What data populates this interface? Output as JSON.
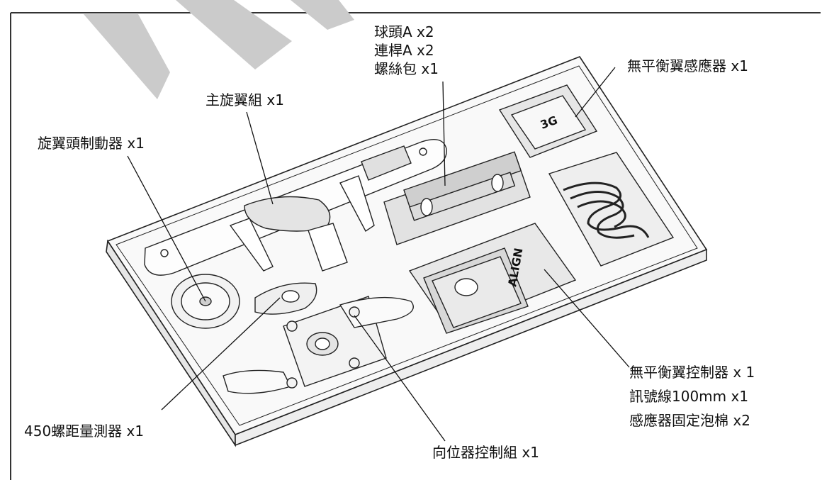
{
  "watermark": {
    "color": "#c9c9c9"
  },
  "labels": {
    "head_top": [
      "球頭A x2",
      "連桿A x2",
      "螺絲包 x1"
    ],
    "gyro": "無平衡翼感應器 x1",
    "main_blade": "主旋翼組 x1",
    "rotor_brake": "旋翼頭制動器 x1",
    "controller": [
      "無平衡翼控制器 x 1",
      "訊號線100mm x1",
      "感應器固定泡棉 x2"
    ],
    "pitch_gauge": "450螺距量測器 x1",
    "servo_arm": "向位器控制組 x1"
  },
  "logos": {
    "align": "ALIGN",
    "gyro_logo": "3G"
  },
  "colors": {
    "line": "#222222",
    "tray_fill": "#f7f7f7",
    "border": "#333333"
  }
}
